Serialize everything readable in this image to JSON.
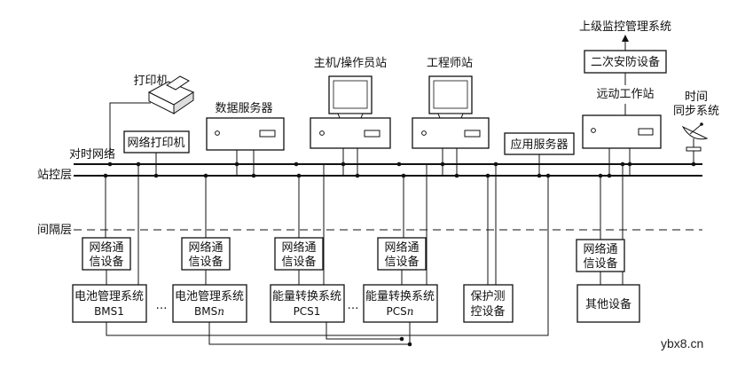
{
  "labels": {
    "upper_monitor": "上级监控管理系统",
    "secondary_security": "二次安防设备",
    "remote_station": "远动工作站",
    "time_sync": [
      "时间",
      "同步系统"
    ],
    "printer": "打印机",
    "network_printer": "网络打印机",
    "data_server": "数据服务器",
    "host_operator": "主机/操作员站",
    "engineer": "工程师站",
    "app_server": "应用服务器",
    "timing_network": "对时网络",
    "station_layer": "站控层",
    "bay_layer": "间隔层",
    "net_comm": [
      "网络通",
      "信设备"
    ],
    "bms1": [
      "电池管理系统",
      "BMS1"
    ],
    "bmsn": [
      "电池管理系统",
      "BMS",
      "n"
    ],
    "pcs1": [
      "能量转换系统",
      "PCS1"
    ],
    "pcsn": [
      "能量转换系统",
      "PCS",
      "n"
    ],
    "protection": [
      "保护测",
      "控设备"
    ],
    "other": "其他设备",
    "ellipsis": "…"
  },
  "watermark": "ybx8.cn"
}
